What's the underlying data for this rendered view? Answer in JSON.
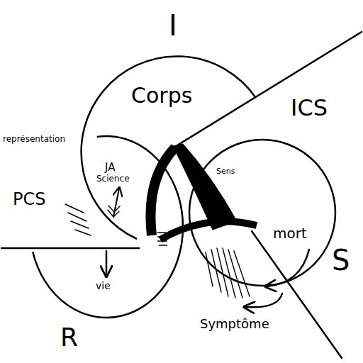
{
  "diagram": {
    "nodes": [
      {
        "text": [
          "I"
        ]
      },
      {
        "text": [
          "S"
        ]
      },
      {
        "text": [
          "R"
        ]
      }
    ],
    "labels": [
      "ICS",
      "Corps",
      "représentation",
      "PCS",
      "JA",
      "Science",
      "Sens",
      "mort",
      "vie",
      "Symptôme"
    ]
  }
}
